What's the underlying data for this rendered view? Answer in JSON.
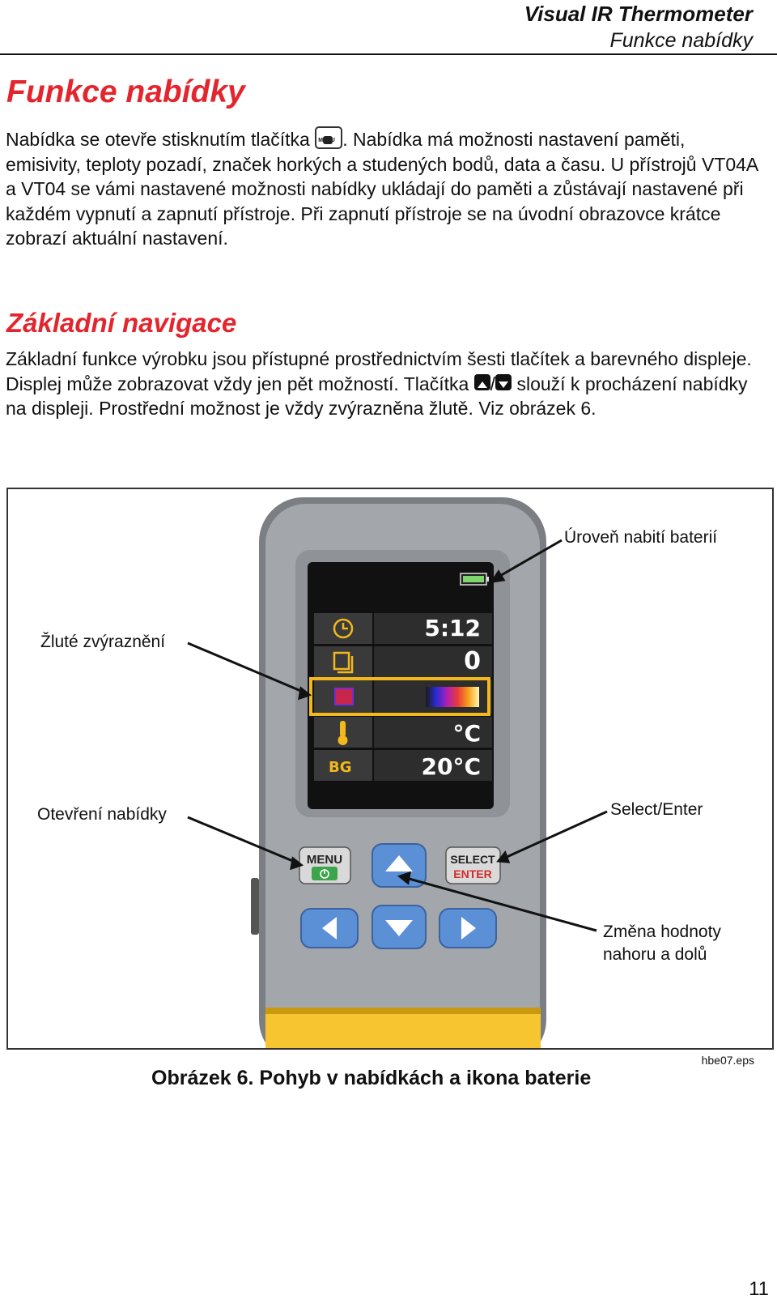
{
  "header": {
    "title": "Visual IR Thermometer",
    "subtitle": "Funkce nabídky"
  },
  "section": {
    "heading": "Funkce nabídky",
    "para_before_key": "Nabídka se otevře stisknutím tlačítka ",
    "para_key_icon": "menu-power-key-icon",
    "para_after_key": ". Nabídka má možnosti nastavení paměti, emisivity, teploty pozadí, značek horkých a studených bodů, data a času. U přístrojů VT04A a VT04 se vámi nastavené možnosti nabídky ukládají do paměti a zůstávají nastavené při každém vypnutí a zapnutí přístroje. Při zapnutí přístroje se na úvodní obrazovce krátce zobrazí aktuální nastavení."
  },
  "subsection": {
    "heading": "Základní navigace",
    "para_part1": "Základní funkce výrobku jsou přístupné prostřednictvím šesti tlačítek a barevného displeje. Displej může zobrazovat vždy jen pět možností. Tlačítka ",
    "para_part2": " slouží k procházení nabídky na displeji. Prostřední možnost je vždy zvýrazněna žlutě. Viz obrázek 6.",
    "key_separator": "/"
  },
  "figure": {
    "callouts": {
      "battery": "Úroveň nabití baterií",
      "highlight": "Žluté zvýraznění",
      "open_menu": "Otevření nabídky",
      "select_enter": "Select/Enter",
      "change_value_line1": "Změna hodnoty",
      "change_value_line2": "nahoru a dolů"
    },
    "screen_rows": [
      {
        "icon": "clock-icon",
        "value": "5:12"
      },
      {
        "icon": "memory-icon",
        "value": "0"
      },
      {
        "icon": "palette-icon",
        "value": ""
      },
      {
        "icon": "thermometer-icon",
        "value": "°C"
      },
      {
        "icon": "bg-icon",
        "value": "20°C",
        "icon_text": "BG"
      }
    ],
    "buttons": {
      "menu_label": "MENU",
      "select_label": "SELECT",
      "enter_label": "ENTER"
    },
    "colors": {
      "highlight": "#f2b81c",
      "device_body": "#9b9ea2",
      "device_yellow": "#f7c530",
      "nav_button": "#5b8fd6"
    },
    "caption": "Obrázek 6. Pohyb v nabídkách a ikona baterie",
    "file_ref": "hbe07.eps"
  },
  "page_number": "11"
}
